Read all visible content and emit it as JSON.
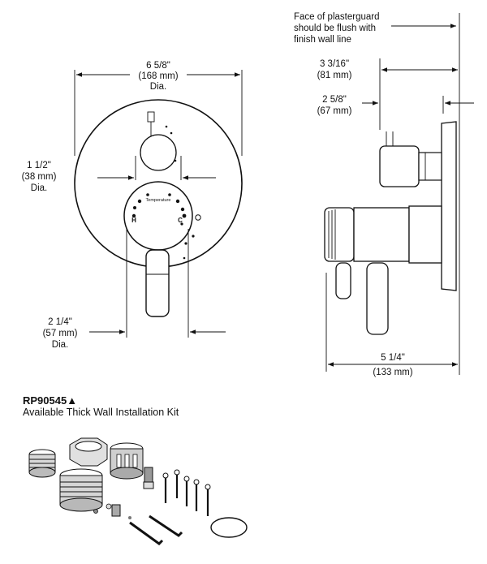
{
  "front_view": {
    "overall_dia": {
      "imperial": "6 5/8\"",
      "metric": "(168 mm)",
      "suffix": "Dia."
    },
    "handle_dia": {
      "imperial": "1 1/2\"",
      "metric": "(38 mm)",
      "suffix": "Dia."
    },
    "lever_dia": {
      "imperial": "2 1/4\"",
      "metric": "(57 mm)",
      "suffix": "Dia."
    },
    "knob_labels": {
      "hot": "H",
      "cold": "C",
      "dial": "Temperature"
    }
  },
  "side_view": {
    "note": [
      "Face of plasterguard",
      "should be flush with",
      "finish wall line"
    ],
    "depth_a": {
      "imperial": "3 3/16\"",
      "metric": "(81 mm)"
    },
    "depth_b": {
      "imperial": "2 5/8\"",
      "metric": "(67 mm)"
    },
    "length": {
      "imperial": "5 1/4\"",
      "metric": "(133 mm)"
    }
  },
  "kit": {
    "part_number": "RP90545▲",
    "description": "Available Thick Wall Installation Kit"
  }
}
